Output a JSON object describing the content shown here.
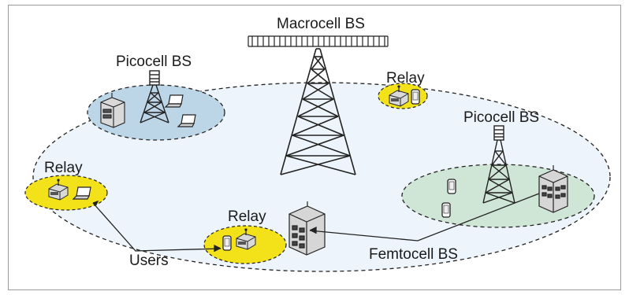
{
  "diagram": {
    "labels": {
      "macrocell_bs": "Macrocell BS",
      "picocell_bs_left": "Picocell BS",
      "picocell_bs_right": "Picocell BS",
      "relay_top": "Relay",
      "relay_left": "Relay",
      "relay_bottom": "Relay",
      "users": "Users",
      "femtocell_bs": "Femtocell BS"
    },
    "colors": {
      "frame_border": "#9a9a9a",
      "macro_cell_fill": "#eef4fb",
      "picocell_fill": "#bcd6e8",
      "green_cell_fill": "#cfe6d6",
      "relay_fill": "#f3e21a",
      "tower_stroke": "#1a1a1a",
      "link_line": "#1a1a1a"
    },
    "icons": [
      "tower-icon",
      "building-icon",
      "laptop-icon",
      "phone-icon",
      "relay-box-icon"
    ]
  }
}
